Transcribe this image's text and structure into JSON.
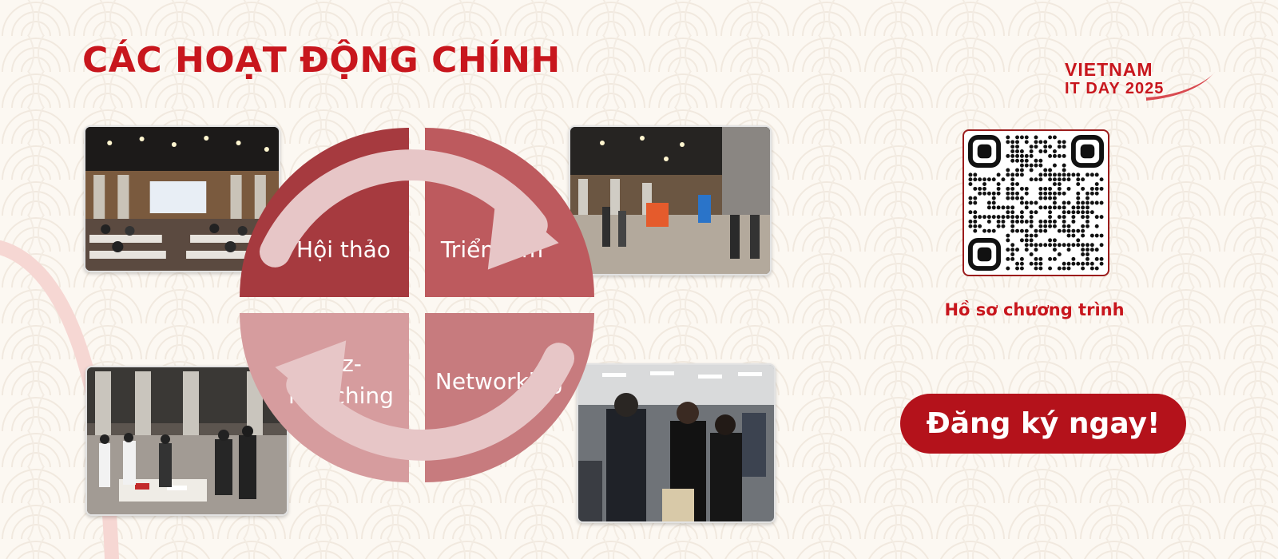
{
  "title": "CÁC HOẠT ĐỘNG CHÍNH",
  "logo": {
    "line1": "VIETNAM",
    "line2": "IT DAY 2025"
  },
  "activities": [
    {
      "label": "Hội thảo"
    },
    {
      "label": "Triển lãm"
    },
    {
      "label": "Biz-matching"
    },
    {
      "label": "Networking"
    }
  ],
  "qr": {
    "caption": "Hồ sơ chương trình"
  },
  "cta": {
    "label": "Đăng ký ngay!"
  },
  "colors": {
    "brand_red": "#c8161d",
    "cta_red": "#b4121b",
    "quadrant_hoithao": "#a63a3f",
    "quadrant_trienlam": "#bd5a5e",
    "quadrant_biz": "#d69c9e",
    "quadrant_networking": "#c77b7e",
    "background": "#fcf8f2"
  },
  "photos": [
    {
      "name": "seminar-hall-photo"
    },
    {
      "name": "exhibition-booths-photo"
    },
    {
      "name": "biz-matching-tables-photo"
    },
    {
      "name": "networking-crowd-photo"
    }
  ],
  "icons": [
    "cycle-arrows-icon",
    "qr-code-icon",
    "logo-swoosh-icon"
  ]
}
